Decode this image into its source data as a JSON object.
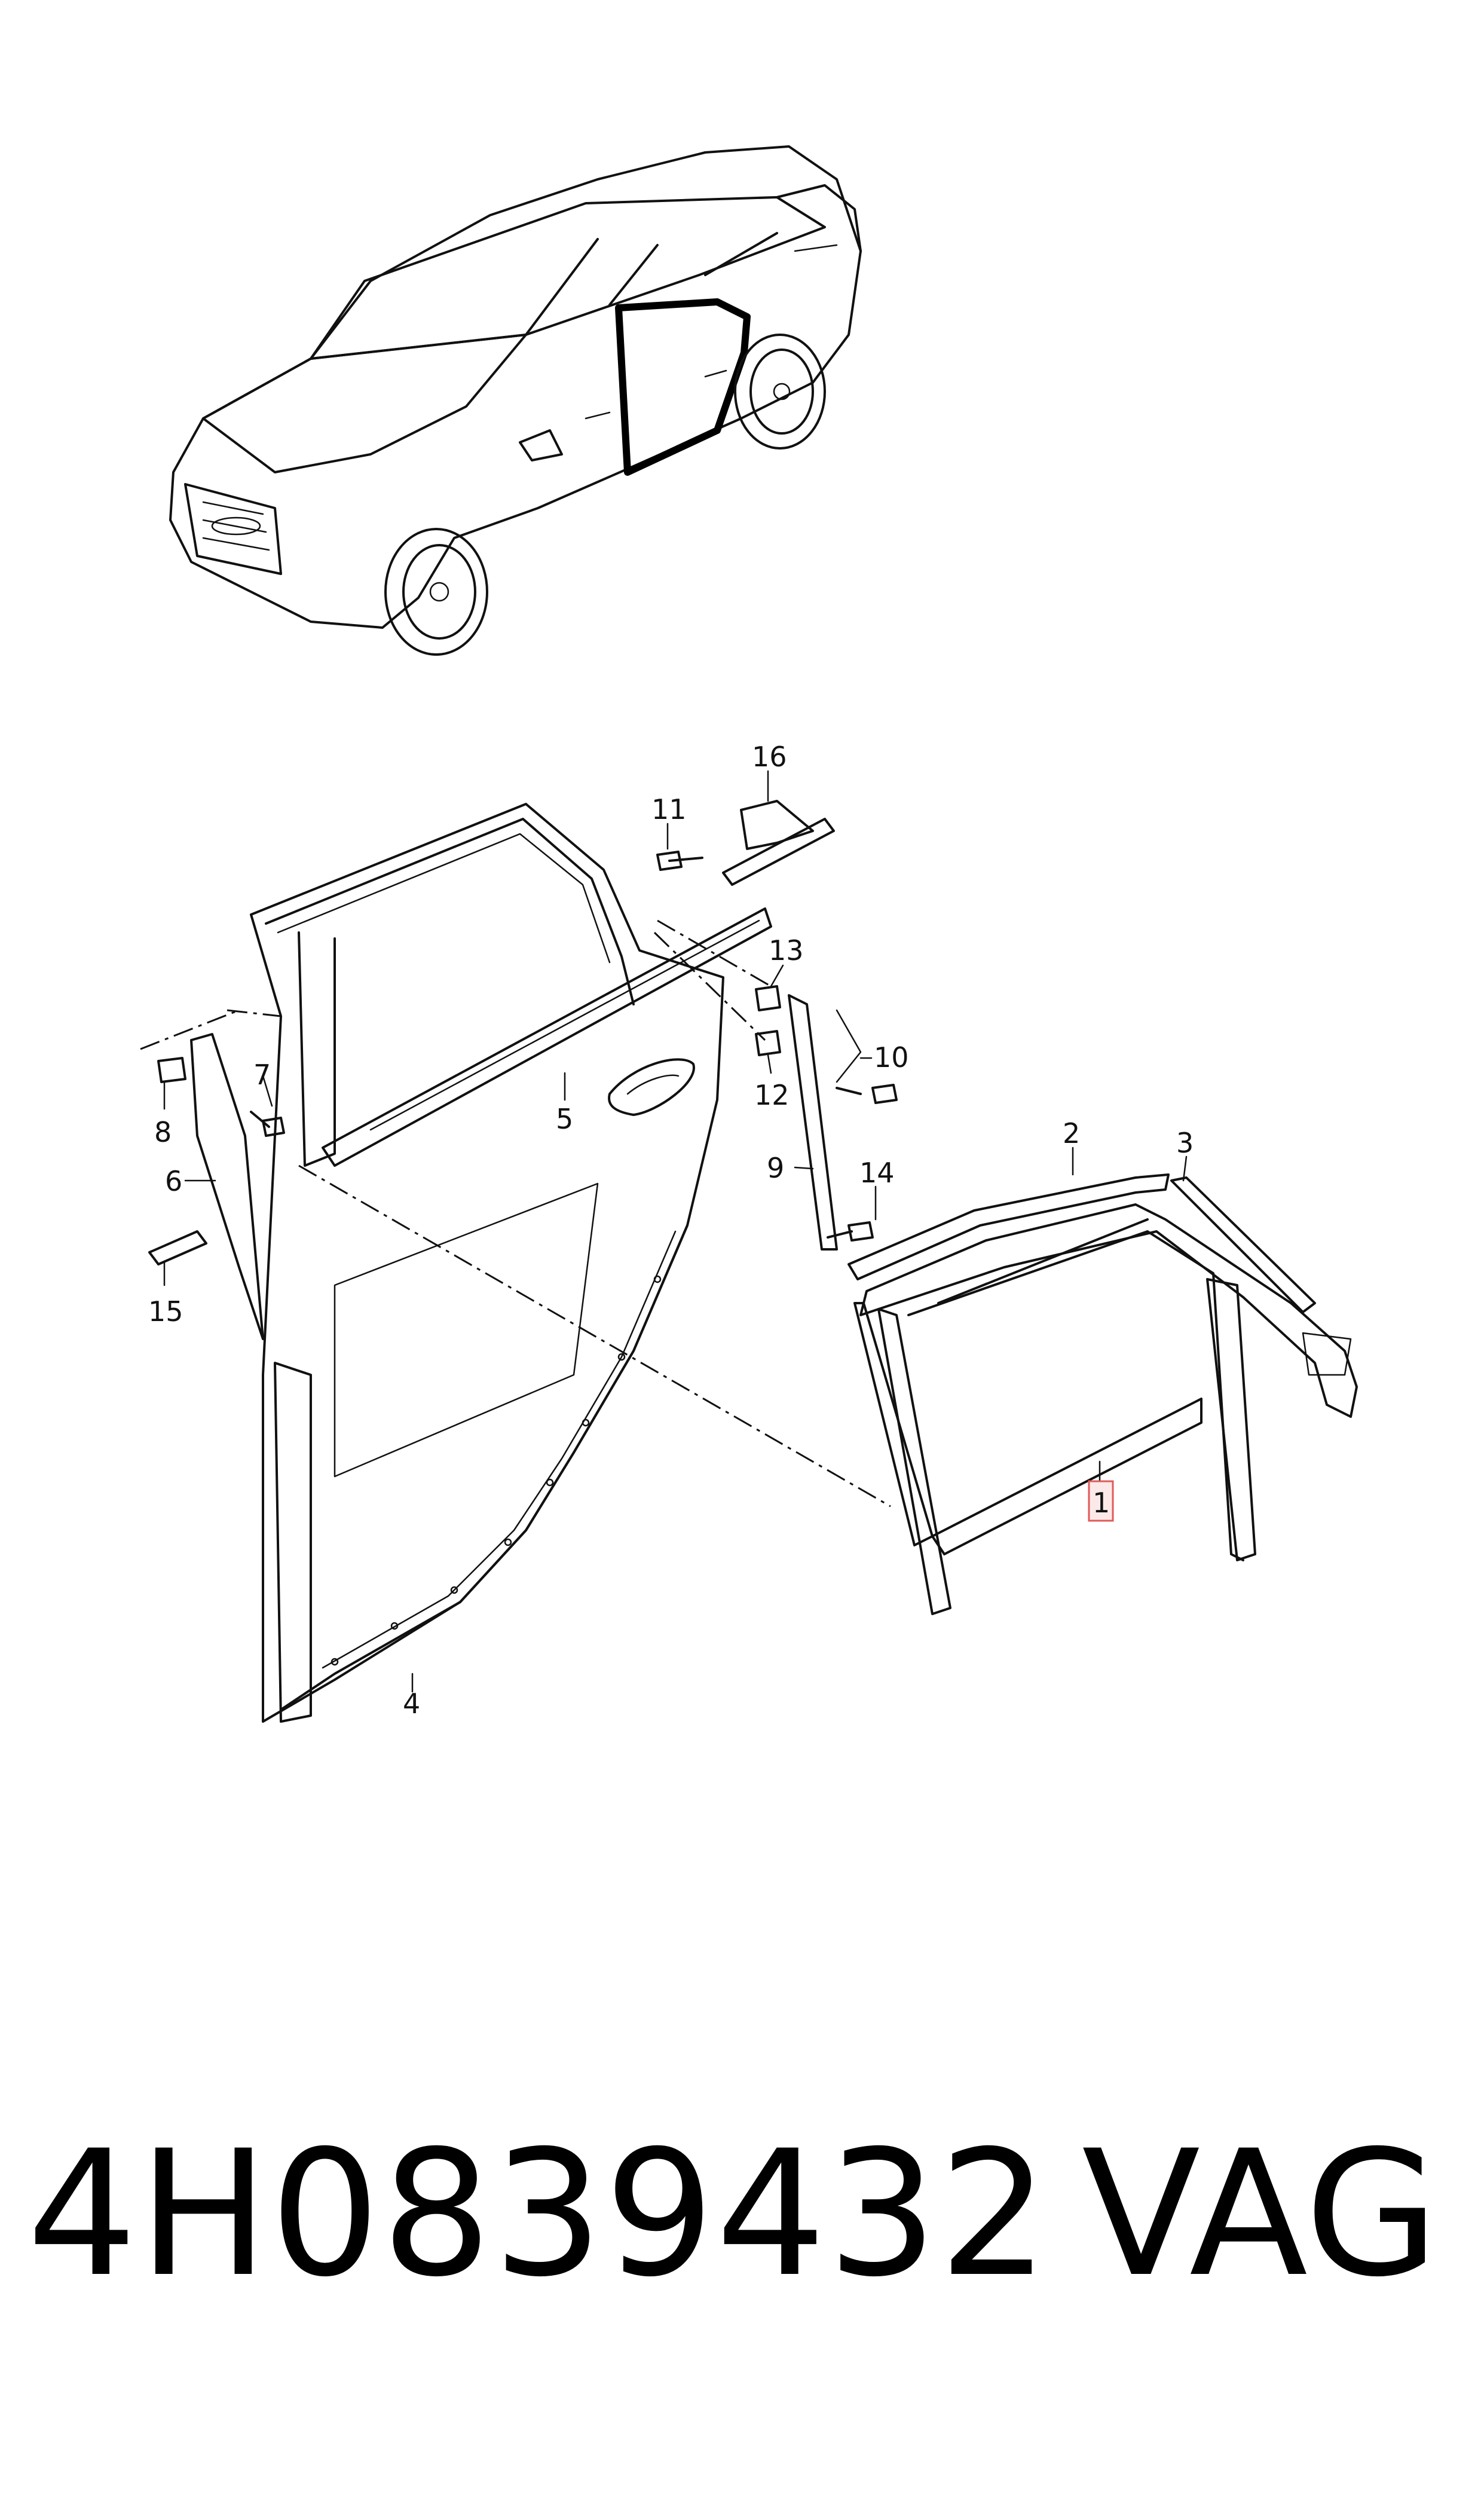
{
  "callouts": {
    "c1": "1",
    "c2": "2",
    "c3": "3",
    "c4": "4",
    "c5": "5",
    "c6": "6",
    "c7": "7",
    "c8": "8",
    "c9": "9",
    "c10": "10",
    "c11": "11",
    "c12": "12",
    "c13": "13",
    "c14": "14",
    "c15": "15",
    "c16": "16"
  },
  "footer": {
    "part_number": "4H0839432",
    "brand": "VAG"
  },
  "colors": {
    "line": "#111111",
    "highlight_box": "#e05a5a"
  }
}
